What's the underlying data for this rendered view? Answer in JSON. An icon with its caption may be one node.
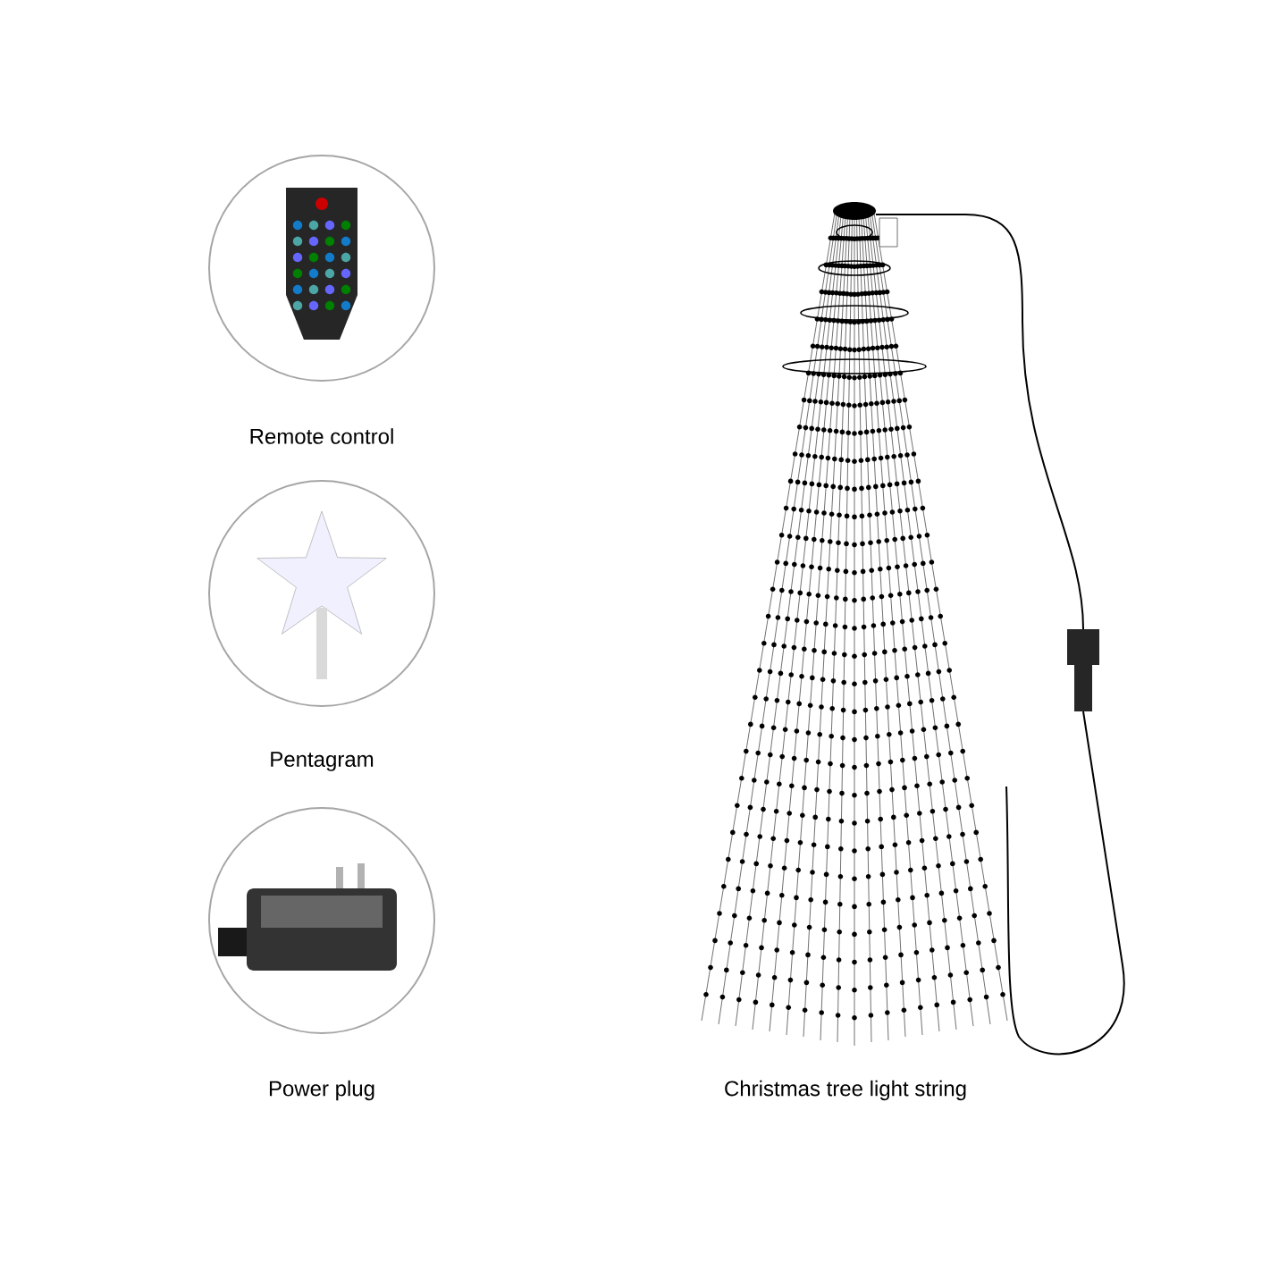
{
  "diagram": {
    "nodes": [
      {
        "text": [
          "Remote control"
        ]
      },
      {
        "text": [
          "Pentagram"
        ]
      },
      {
        "text": [
          "Power plug"
        ]
      },
      {
        "text": [
          "Christmas tree light string"
        ]
      }
    ]
  }
}
